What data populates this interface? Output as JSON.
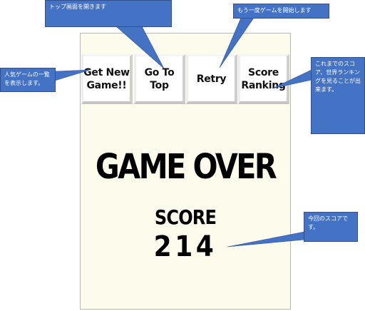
{
  "menu": {
    "new_game": "Get New\nGame!!",
    "top": "Go To\nTop",
    "retry": "Retry",
    "ranking": "Score\nRanking"
  },
  "result": {
    "heading": "GAME OVER",
    "score_label": "SCORE",
    "score_value": "214"
  },
  "annotations": {
    "top": "トップ画面を開きます",
    "retry": "もう一度ゲームを開始します",
    "new_game": "人気ゲームの一覧を表示します。",
    "ranking": "これまでのスコア、世界ランキングを見ることが出来ます。",
    "score": "今回のスコアです。"
  },
  "colors": {
    "callout": "#4472c4",
    "panel": "#fdfbec"
  }
}
